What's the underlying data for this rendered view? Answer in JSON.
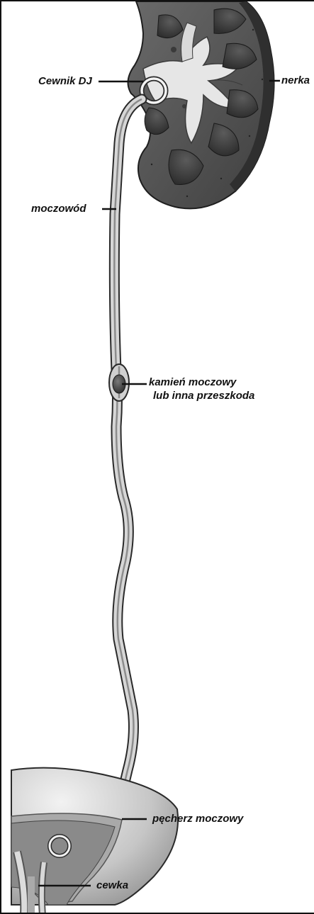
{
  "labels": {
    "kidney": "nerka",
    "catheter": "Cewnik DJ",
    "ureter": "moczowód",
    "stone_line1": "kamień moczowy",
    "stone_line2": "lub inna przeszkoda",
    "bladder": "pęcherz moczowy",
    "urethra": "cewka"
  }
}
